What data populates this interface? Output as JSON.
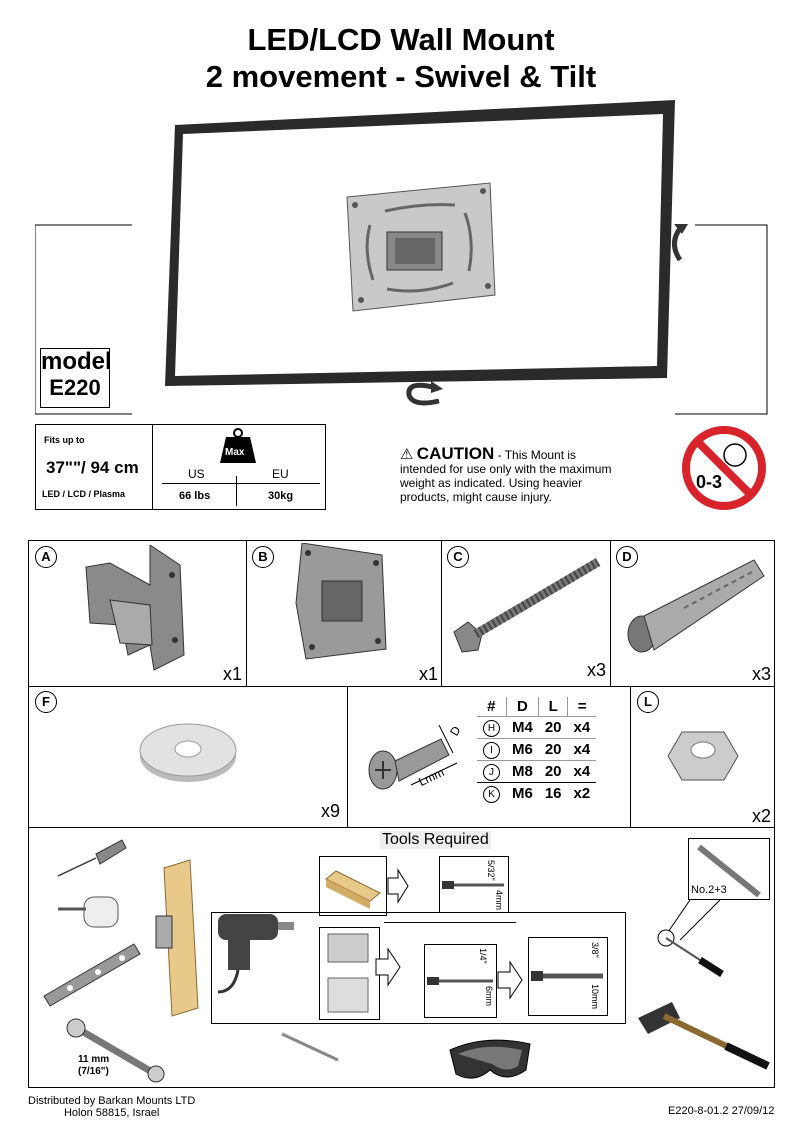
{
  "title": {
    "line1": "LED/LCD Wall Mount",
    "line2": "2 movement - Swivel & Tilt"
  },
  "model": {
    "label": "model",
    "number": "E220"
  },
  "fits": {
    "label": "Fits up to",
    "size": "37\"\"/ 94 cm",
    "types": "LED / LCD / Plasma",
    "max_badge": "Max",
    "us_label": "US",
    "eu_label": "EU",
    "us_value": "66 lbs",
    "eu_value": "30kg"
  },
  "caution": {
    "heading": "CAUTION",
    "lead": " - This Mount is",
    "line2": "intended for use only with the maximum",
    "line3": "weight as indicated. Using heavier",
    "line4": "products, might cause injury."
  },
  "age_badge": "0-3",
  "parts": [
    {
      "letter": "A",
      "qty": "x1"
    },
    {
      "letter": "B",
      "qty": "x1"
    },
    {
      "letter": "C",
      "qty": "x3"
    },
    {
      "letter": "D",
      "qty": "x3"
    },
    {
      "letter": "F",
      "qty": "x9"
    },
    {
      "letter": "L",
      "qty": "x2"
    }
  ],
  "screw_table": {
    "headers": [
      "#",
      "D",
      "L",
      "="
    ],
    "rows": [
      {
        "id": "H",
        "d": "M4",
        "l": "20",
        "qty": "x4"
      },
      {
        "id": "I",
        "d": "M6",
        "l": "20",
        "qty": "x4"
      },
      {
        "id": "J",
        "d": "M8",
        "l": "20",
        "qty": "x4"
      },
      {
        "id": "K",
        "d": "M6",
        "l": "16",
        "qty": "x2"
      }
    ],
    "label_d": "D",
    "label_l": "Lmm"
  },
  "tools": {
    "heading": "Tools Required",
    "wrench_size": "11 mm",
    "wrench_inch": "(7/16\")",
    "screwdriver": "No.2+3",
    "wood_bit_in": "5/32\"",
    "wood_bit_mm": "4mm",
    "brick_bit_in": "1/4\"",
    "brick_bit_mm": "6mm",
    "concrete_bit_in": "3/8\"",
    "concrete_bit_mm": "10mm"
  },
  "footer": {
    "line1": "Distributed by Barkan Mounts LTD",
    "line2": "Holon 58815, Israel",
    "code": "E220-8-01.2  27/09/12"
  }
}
